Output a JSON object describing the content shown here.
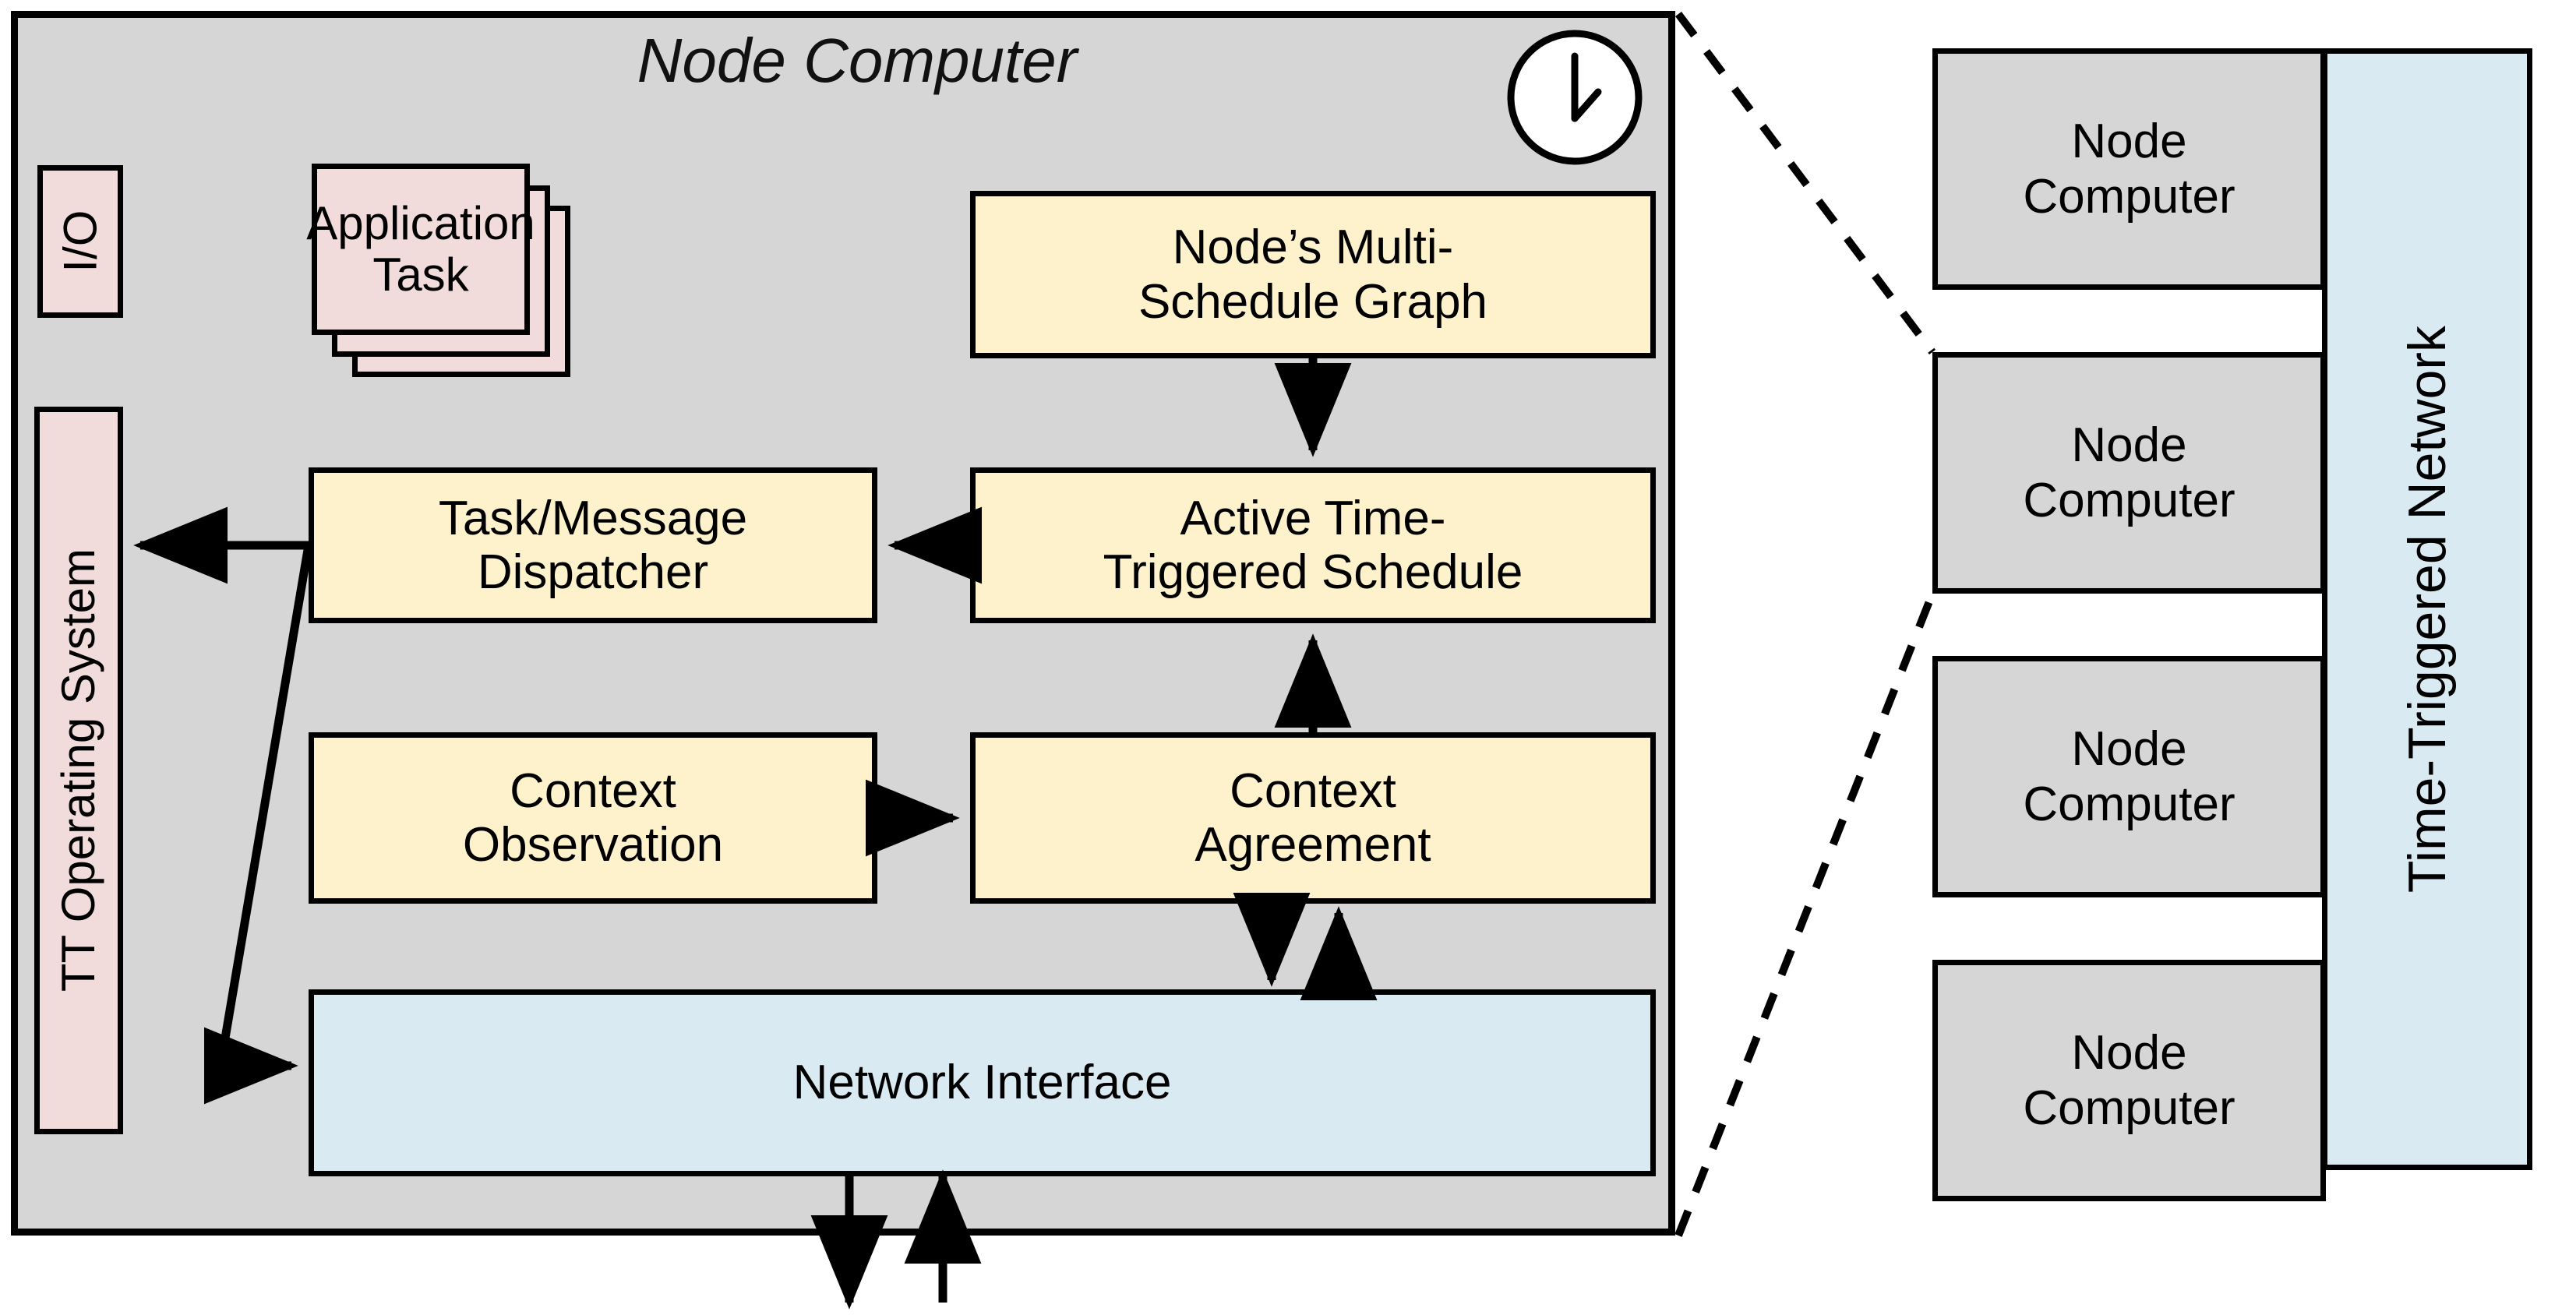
{
  "diagram": {
    "title": "Node Computer"
  },
  "node_computer": {
    "title": "Node Computer",
    "clock_icon": "clock-icon",
    "io": {
      "label": "I/O"
    },
    "tt_os": {
      "label": "TT Operating System"
    },
    "application_task": {
      "label": "Application\nTask",
      "line1": "Application",
      "line2": "Task",
      "stack_count": 3
    },
    "blocks": [
      {
        "id": "multi-schedule-graph",
        "label": "Node’s Multi-Schedule Graph",
        "line1": "Node’s Multi-",
        "line2": "Schedule Graph",
        "color": "#fef2cc"
      },
      {
        "id": "active-tt-schedule",
        "label": "Active Time-Triggered Schedule",
        "line1": "Active Time-",
        "line2": "Triggered Schedule",
        "color": "#fef2cc"
      },
      {
        "id": "task-message-dispatcher",
        "label": "Task/Message Dispatcher",
        "line1": "Task/Message",
        "line2": "Dispatcher",
        "color": "#fef2cc"
      },
      {
        "id": "context-observation",
        "label": "Context Observation",
        "line1": "Context",
        "line2": "Observation",
        "color": "#fef2cc"
      },
      {
        "id": "context-agreement",
        "label": "Context Agreement",
        "line1": "Context",
        "line2": "Agreement",
        "color": "#fef2cc"
      },
      {
        "id": "network-interface",
        "label": "Network Interface",
        "line1": "Network Interface",
        "line2": "",
        "color": "#daeaf2"
      }
    ]
  },
  "cluster": {
    "network": {
      "label": "Time-Triggered Network",
      "color": "#daeaf2"
    },
    "nodes": [
      {
        "label": "Node Computer",
        "line1": "Node",
        "line2": "Computer"
      },
      {
        "label": "Node Computer",
        "line1": "Node",
        "line2": "Computer"
      },
      {
        "label": "Node Computer",
        "line1": "Node",
        "line2": "Computer"
      },
      {
        "label": "Node Computer",
        "line1": "Node",
        "line2": "Computer"
      }
    ]
  },
  "colors": {
    "frame_fill": "#d6d6d6",
    "pink_fill": "#f2dcdb",
    "yellow_fill": "#fef2cc",
    "blue_fill": "#daeaf2",
    "stroke": "#000000"
  }
}
